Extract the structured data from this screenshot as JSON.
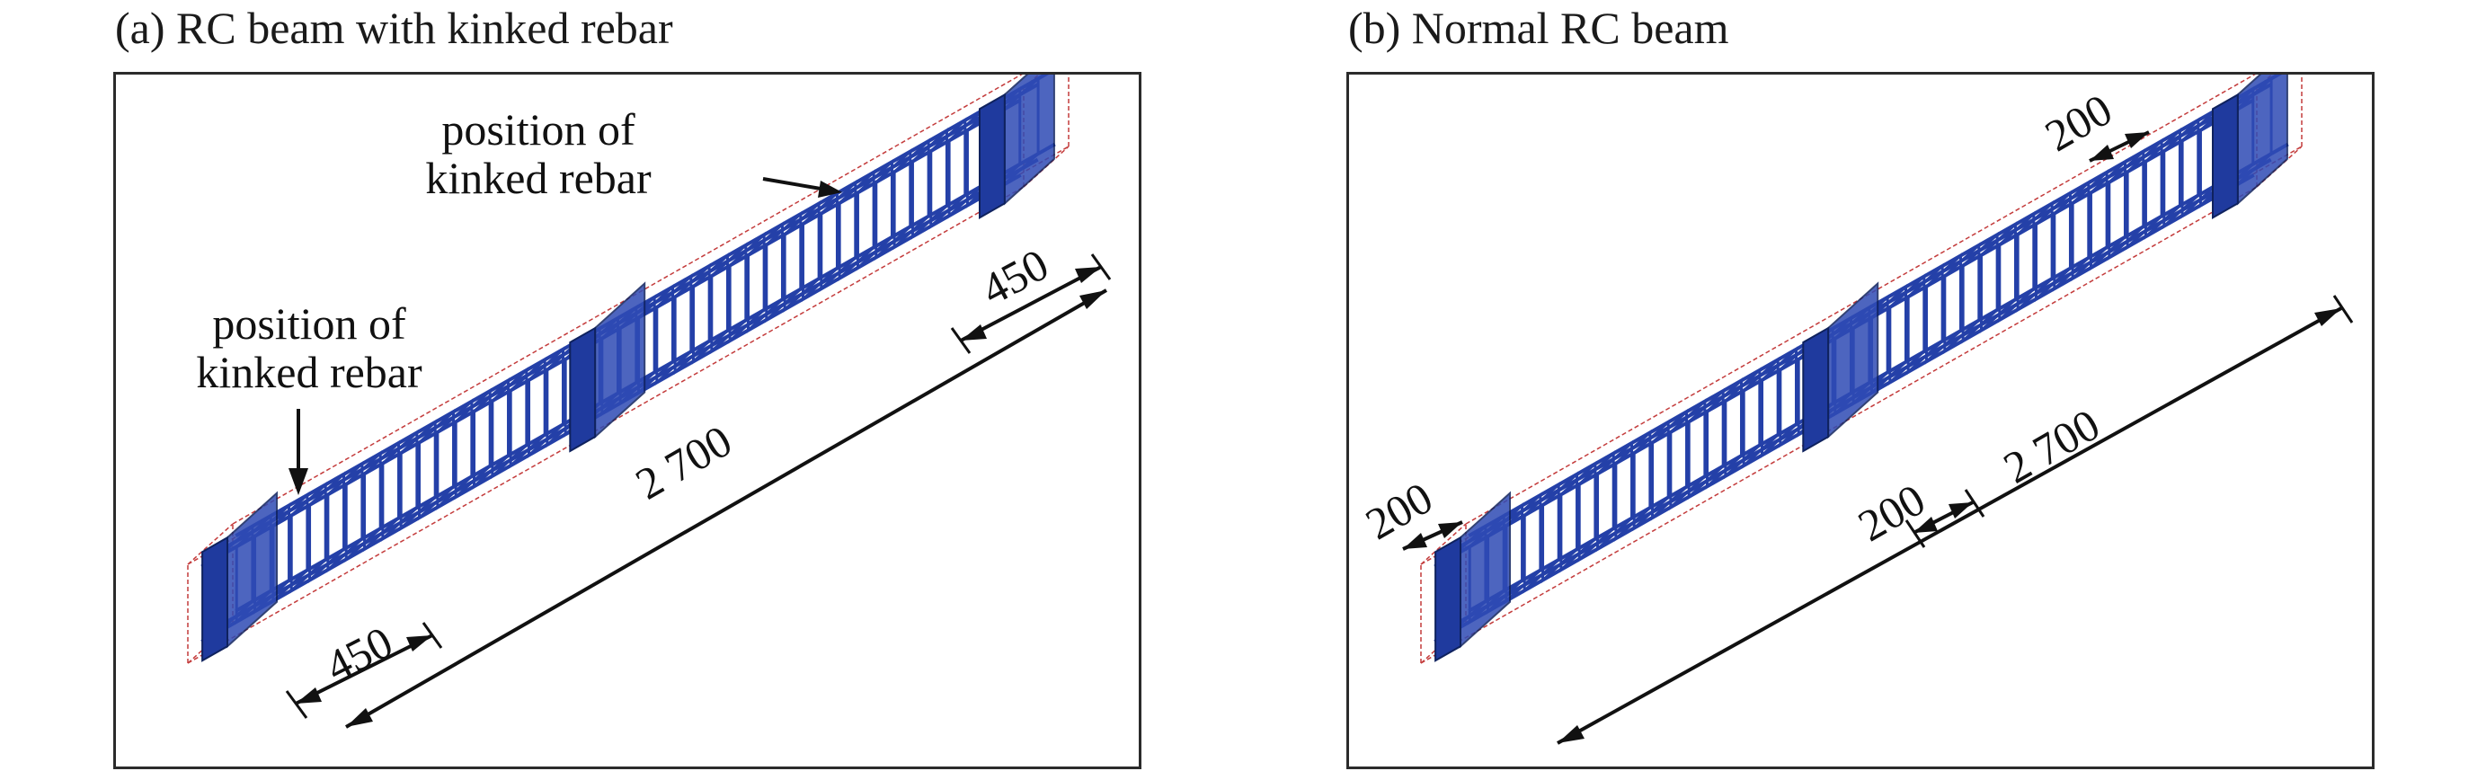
{
  "panel_a": {
    "title": "(a) RC beam with kinked rebar",
    "annotation_top": [
      "position of",
      "kinked rebar"
    ],
    "annotation_left": [
      "position of",
      "kinked rebar"
    ],
    "dims": {
      "end_left": "450",
      "end_right": "450",
      "length": "2 700"
    }
  },
  "panel_b": {
    "title": "(b) Normal RC beam",
    "dims": {
      "plate_right": "200",
      "plate_left": "200",
      "plate_mid": "200",
      "length": "2 700"
    }
  },
  "colors": {
    "rebar": "#2440a8",
    "plate": "#1f3a9e",
    "beam_outline": "#c43c3c",
    "dim_line": "#111111"
  }
}
